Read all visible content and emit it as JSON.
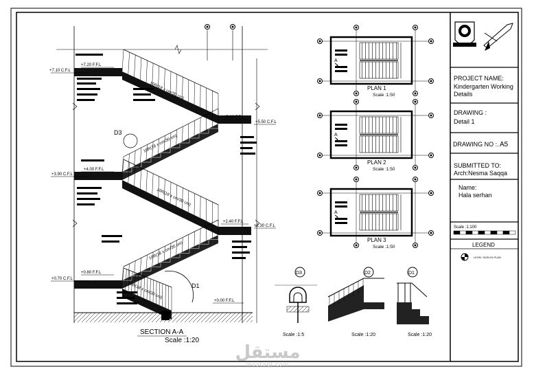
{
  "title_block": {
    "project_label": "PROJECT NAME:",
    "project_name_line1": "Kindergarten Working",
    "project_name_line2": "Details",
    "drawing_label": "DRAWING :",
    "drawing_value": "Detail 1",
    "drawing_no_label": "DRAWING NO :.",
    "drawing_no_value": "A5",
    "submitted_label": "SUBMITTED TO:",
    "submitted_value": "Arch:Nesma Saqqa",
    "name_label": "Name:",
    "name_value": "Hala serhan",
    "scale_bar_label": "Scale :1:100",
    "legend_title": "LEGEND",
    "legend_item": "LEVEL SIGN IN PLAN"
  },
  "section": {
    "title": "SECTION A-A",
    "scale": "Scale :1:20",
    "levels": {
      "l720": "+7.20 F.F.L",
      "l710": "+7.10 C.F.L",
      "l560": "+5.60 F.F.L",
      "l550": "+5.50 C.F.L",
      "l400": "+4.00 F.F.L",
      "l390": "+3.90 C.F.L",
      "l240": "+2.40 F.F.L",
      "l230": "+2.30 C.F.L",
      "l080": "+0.80 F.F.L",
      "l070": "+0.70 C.F.L",
      "l000": "+0.00 F.F.L"
    },
    "flight_label": "10R(18 x cm/30 cm)",
    "callouts": {
      "d3": "D3",
      "d1": "D1"
    }
  },
  "plans": [
    {
      "title": "PLAN 1",
      "scale": "Scale :1:50"
    },
    {
      "title": "PLAN 2",
      "scale": "Scale :1:50"
    },
    {
      "title": "PLAN 3",
      "scale": "Scale :1:50"
    }
  ],
  "details": [
    {
      "tag": "D3",
      "scale": "Scale :1:5"
    },
    {
      "tag": "D2",
      "scale": "Scale :1:20"
    },
    {
      "tag": "D1",
      "scale": "Scale :1:20"
    }
  ],
  "watermark": {
    "arabic": "مستقل",
    "latin": "mostaql.com"
  }
}
